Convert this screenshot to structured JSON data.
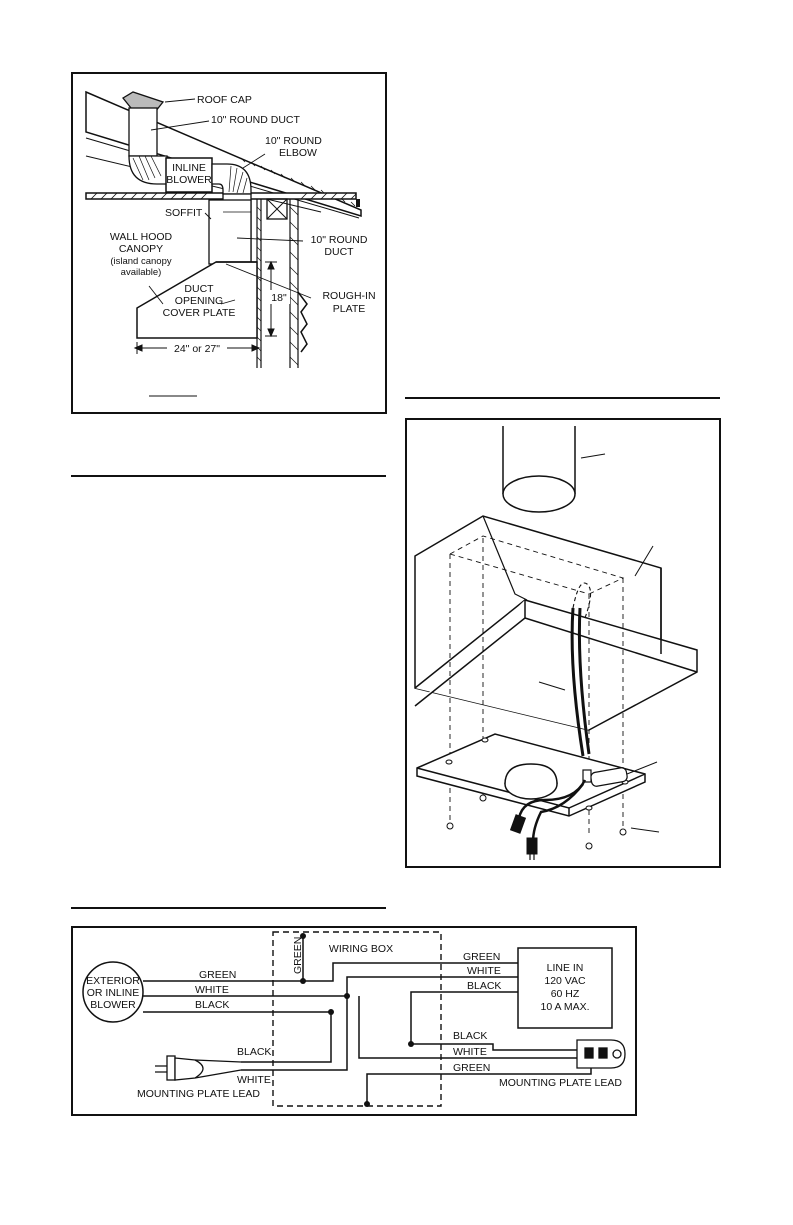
{
  "installation_figure": {
    "labels": {
      "roof_cap": "ROOF CAP",
      "round_duct_top": "10\" ROUND DUCT",
      "elbow_l1": "10\" ROUND",
      "elbow_l2": "ELBOW",
      "blower_l1": "INLINE",
      "blower_l2": "BLOWER",
      "soffit": "SOFFIT",
      "canopy_l1": "WALL HOOD",
      "canopy_l2": "CANOPY",
      "canopy_l3": "(island canopy",
      "canopy_l4": "available)",
      "duct_right_l1": "10\" ROUND",
      "duct_right_l2": "DUCT",
      "cover_l1": "DUCT",
      "cover_l2": "OPENING",
      "cover_l3": "COVER PLATE",
      "roughin_l1": "ROUGH-IN",
      "roughin_l2": "PLATE",
      "height": "18\"",
      "width": "24\" or 27\""
    }
  },
  "wiring_diagram": {
    "blower_l1": "EXTERIOR",
    "blower_l2": "OR INLINE",
    "blower_l3": "BLOWER",
    "wiring_box": "WIRING BOX",
    "green_vertical": "GREEN",
    "left_green": "GREEN",
    "left_white": "WHITE",
    "left_black": "BLACK",
    "plug_black": "BLACK",
    "plug_white": "WHITE",
    "mount_lead_left": "MOUNTING PLATE LEAD",
    "right_green": "GREEN",
    "right_white": "WHITE",
    "right_black": "BLACK",
    "line_l1": "LINE IN",
    "line_l2": "120 VAC",
    "line_l3": "60 HZ",
    "line_l4": "10 A MAX.",
    "out_black": "BLACK",
    "out_white": "WHITE",
    "out_green": "GREEN",
    "mount_lead_right": "MOUNTING PLATE LEAD"
  }
}
